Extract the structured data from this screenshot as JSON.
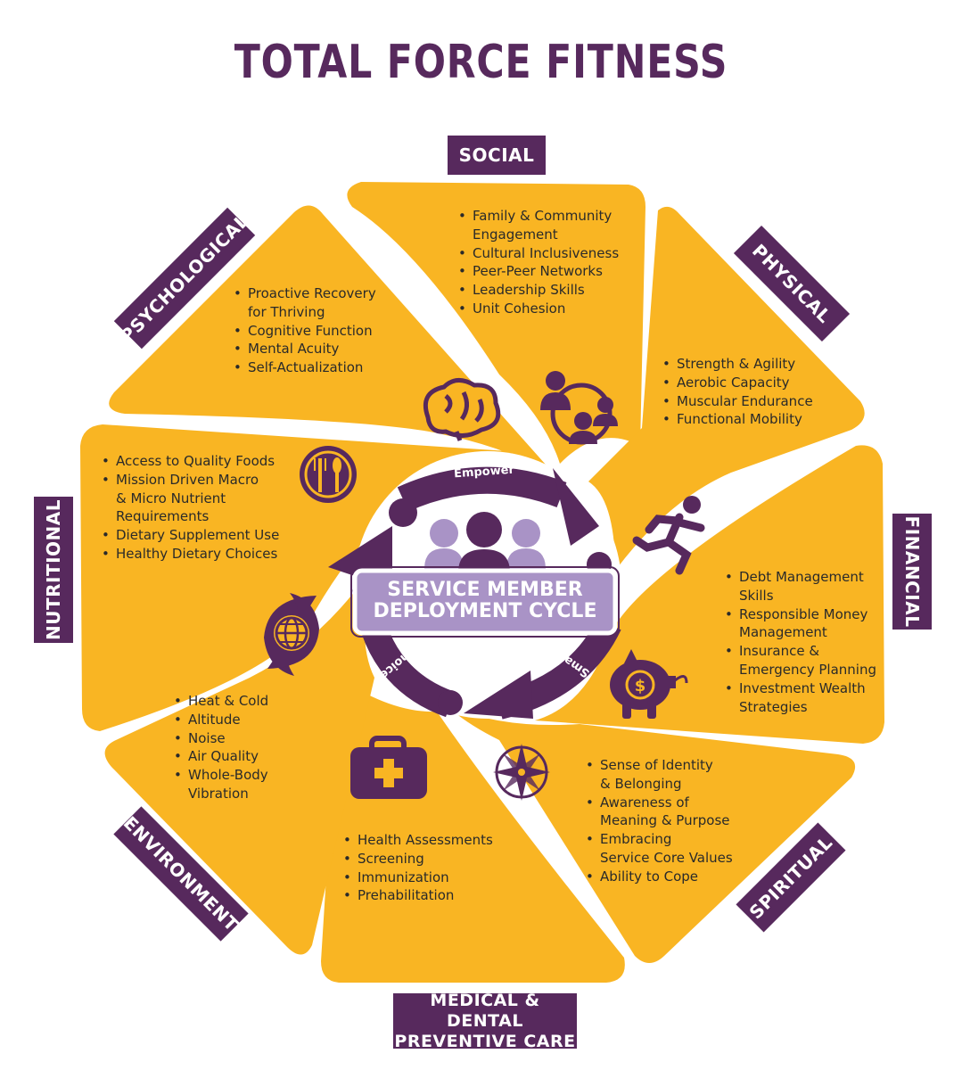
{
  "title": "TOTAL FORCE FITNESS",
  "center": {
    "label_line1": "SERVICE MEMBER",
    "label_line2": "DEPLOYMENT CYCLE",
    "cycle_words": [
      "Empower",
      "Smart",
      "Choices"
    ]
  },
  "colors": {
    "purple": "#57295d",
    "gold": "#f9b523",
    "lavender": "#a993c6",
    "white": "#ffffff"
  },
  "domains": [
    {
      "key": "social",
      "label": "SOCIAL",
      "icon": "people-network-icon",
      "items": [
        "Family & Community",
        "Engagement",
        "Cultural Inclusiveness",
        "Peer-Peer Networks",
        "Leadership Skills",
        "Unit Cohesion"
      ]
    },
    {
      "key": "physical",
      "label": "PHYSICAL",
      "icon": "running-person-icon",
      "items": [
        "Strength & Agility",
        "Aerobic Capacity",
        "Muscular Endurance",
        "Functional Mobility"
      ]
    },
    {
      "key": "financial",
      "label": "FINANCIAL",
      "icon": "piggy-bank-icon",
      "items": [
        "Debt Management",
        "Skills",
        "Responsible Money",
        "Management",
        "Insurance &",
        "Emergency Planning",
        "Investment Wealth",
        "Strategies"
      ]
    },
    {
      "key": "spiritual",
      "label": "SPIRITUAL",
      "icon": "compass-rose-icon",
      "items": [
        "Sense of Identity",
        "& Belonging",
        "Awareness of",
        "Meaning & Purpose",
        "Embracing",
        "Service Core Values",
        "Ability to Cope"
      ]
    },
    {
      "key": "medical",
      "label_line1": "MEDICAL & DENTAL",
      "label_line2": "PREVENTIVE CARE",
      "icon": "medical-kit-icon",
      "items": [
        "Health Assessments",
        "Screening",
        "Immunization",
        "Prehabilitation"
      ]
    },
    {
      "key": "environment",
      "label": "ENVIRONMENT",
      "icon": "globe-storm-icon",
      "items": [
        "Heat & Cold",
        "Altitude",
        "Noise",
        "Air Quality",
        "Whole-Body",
        "Vibration"
      ]
    },
    {
      "key": "nutritional",
      "label": "NUTRITIONAL",
      "icon": "plate-fork-spoon-icon",
      "items": [
        "Access to Quality Foods",
        "Mission Driven Macro",
        "& Micro Nutrient",
        "Requirements",
        "Dietary Supplement Use",
        "Healthy Dietary Choices"
      ]
    },
    {
      "key": "psychological",
      "label": "PSYCHOLOGICAL",
      "icon": "brain-icon",
      "items": [
        "Proactive Recovery",
        "for Thriving",
        "Cognitive Function",
        "Mental Acuity",
        "Self-Actualization"
      ]
    }
  ]
}
